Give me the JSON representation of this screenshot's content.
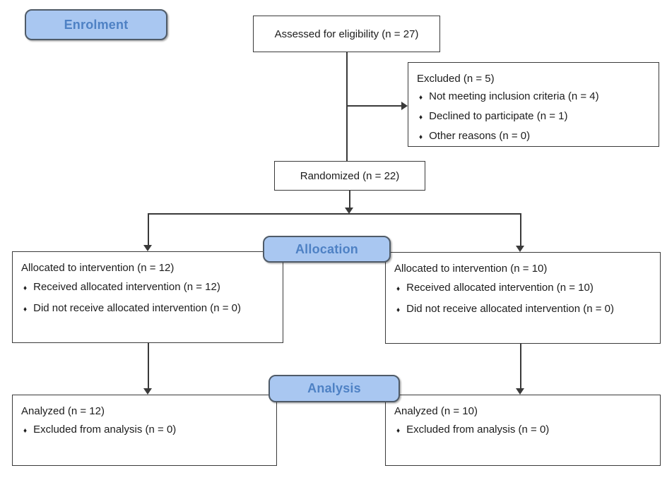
{
  "diagram": {
    "bullet_char": "♦",
    "stage_labels": {
      "enrolment": "Enrolment",
      "allocation": "Allocation",
      "analysis": "Analysis"
    },
    "assessed": {
      "text": "Assessed for eligibility (n = 27)"
    },
    "excluded": {
      "title": "Excluded (n = 5)",
      "items": [
        "Not meeting inclusion criteria (n = 4)",
        "Declined to participate (n = 1)",
        "Other reasons (n = 0)"
      ]
    },
    "randomized": {
      "text": "Randomized (n = 22)"
    },
    "allocation_left": {
      "title": "Allocated to intervention (n = 12)",
      "items": [
        "Received allocated intervention (n = 12)",
        "Did not receive allocated intervention (n = 0)"
      ]
    },
    "allocation_right": {
      "title": "Allocated to intervention (n = 10)",
      "items": [
        "Received allocated intervention (n = 10)",
        "Did not receive allocated intervention (n = 0)"
      ]
    },
    "analysis_left": {
      "title": "Analyzed (n = 12)",
      "items": [
        "Excluded from analysis (n = 0)"
      ]
    },
    "analysis_right": {
      "title": "Analyzed (n = 10)",
      "items": [
        "Excluded from analysis (n = 0)"
      ]
    },
    "colors": {
      "stage_fill": "#a9c7f1",
      "stage_text": "#4e81c4",
      "stage_border": "#4f5b68",
      "box_border": "#3a3a3a",
      "line": "#3a3a3a"
    }
  }
}
